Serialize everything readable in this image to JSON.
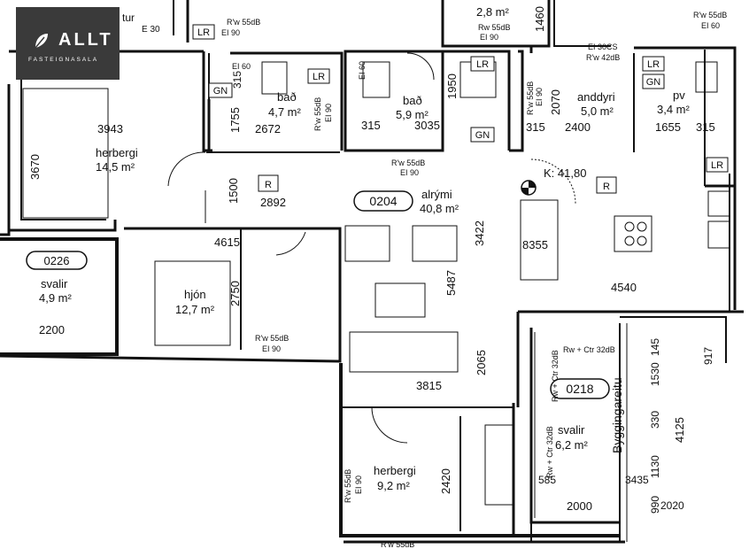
{
  "brand": {
    "name": "ALLT",
    "tagline": "FASTEIGNASALA",
    "bg": "#3a3a3a"
  },
  "unit": {
    "number": "0204",
    "room_name": "alrými",
    "area": "40,8 m²",
    "elevation": "K: 41,80"
  },
  "rooms": {
    "herbergi_1": {
      "name": "herbergi",
      "area": "14,5 m²"
    },
    "bad_1": {
      "name": "bað",
      "area": "4,7 m²"
    },
    "bad_2": {
      "name": "bað",
      "area": "5,9 m²"
    },
    "anddyri": {
      "name": "anddyri",
      "area": "5,0 m²"
    },
    "pv": {
      "name": "pv",
      "area": "3,4 m²"
    },
    "geymsla": {
      "area": "2,8 m²"
    },
    "svalir_1": {
      "tag": "0226",
      "name": "svalir",
      "area": "4,9 m²"
    },
    "hjon": {
      "name": "hjón",
      "area": "12,7 m²"
    },
    "svalir_2": {
      "tag": "0218",
      "name": "svalir",
      "area": "6,2 m²"
    },
    "herbergi_2": {
      "name": "herbergi",
      "area": "9,2 m²"
    },
    "byggingarreitur": {
      "name": "Byggingareitu"
    }
  },
  "labels": {
    "lr": "LR",
    "gn": "GN",
    "r": "R",
    "tur": "tur",
    "ei30": "E 30",
    "ei60": "EI 60",
    "ei90": "EI 90",
    "rw55": "R'w 55dB",
    "rw55b": "Rw 55dB",
    "ei30cs": "EI 30CS",
    "rw42": "R'w 42dB",
    "rwctr": "Rw + Ctr 32dB",
    "rwctr_v": "Rw + Ctr 32dB"
  },
  "dimensions": {
    "d3943": "3943",
    "d3670": "3670",
    "d1755": "1755",
    "d2672": "2672",
    "d315a": "315",
    "d315b": "315",
    "d315c": "315",
    "d315d": "315",
    "d3035": "3035",
    "d1950": "1950",
    "d2070": "2070",
    "d2400": "2400",
    "d1655": "1655",
    "d1460": "1460",
    "d1500": "1500",
    "d2892": "2892",
    "d4615": "4615",
    "d3422": "3422",
    "d8355": "8355",
    "d4540": "4540",
    "d5487": "5487",
    "d2750": "2750",
    "d2200": "2200",
    "d3815": "3815",
    "d2065": "2065",
    "d145": "145",
    "d917": "917",
    "d1530": "1530",
    "d330": "330",
    "d4125": "4125",
    "d1130": "1130",
    "d585": "585",
    "d3435": "3435",
    "d2420": "2420",
    "d2000": "2000",
    "d990": "990",
    "d2020": "2020"
  }
}
